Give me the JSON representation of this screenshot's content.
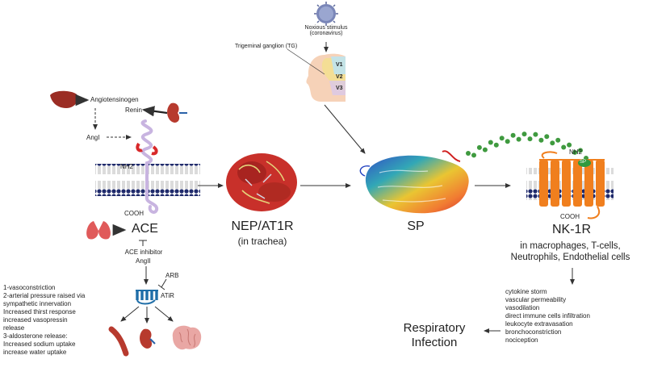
{
  "top": {
    "stimulus": [
      "Noxious stimulus",
      "(coronavirus)"
    ],
    "tg_label": "Trigeminal ganglion (TG)",
    "nerves": [
      "V1",
      "V2",
      "V3"
    ]
  },
  "raas": {
    "angiotensinogen": "Angiotensinogen",
    "renin": "Renin",
    "angi": "AngI",
    "nh2": "NH2",
    "cooh": "COOH",
    "ace": "ACE",
    "ace_inhibitor": "ACE inhibitor",
    "angii": "AngII",
    "arb": "ARB",
    "at1r": "ATiR"
  },
  "effects": [
    "1-vasoconstriction",
    "2-arterial pressure raised via",
    "sympathetic innervation",
    "Increased thirst response",
    "increased vasopressin",
    "release",
    "3-aldosterone release:",
    "Increased sodium uptake",
    "increase water uptake"
  ],
  "nep": {
    "name": "NEP/AT1R",
    "sub": "(in trachea)"
  },
  "sp": {
    "name": "SP"
  },
  "nk1r": {
    "nh2": "NH2",
    "sp_tag": "SP",
    "cooh": "COOH",
    "name": "NK-1R",
    "cells": [
      "in macrophages, T-cells,",
      "Neutrophils, Endothelial cells"
    ]
  },
  "outcomes": [
    "cytokine storm",
    "vascular permeability",
    "vasodilation",
    "direct immune cells infiltration",
    "leukocyte extravasation",
    "bronchoconstriction",
    "nociception"
  ],
  "respiratory": [
    "Respiratory",
    "Infection"
  ],
  "colors": {
    "membrane_head": "#1f2a6b",
    "receptor": "#f07f1e",
    "ace_loop": "#c8b4e0",
    "sp_dots": "#3f9a3f",
    "red_organ": "#b73a2e"
  }
}
